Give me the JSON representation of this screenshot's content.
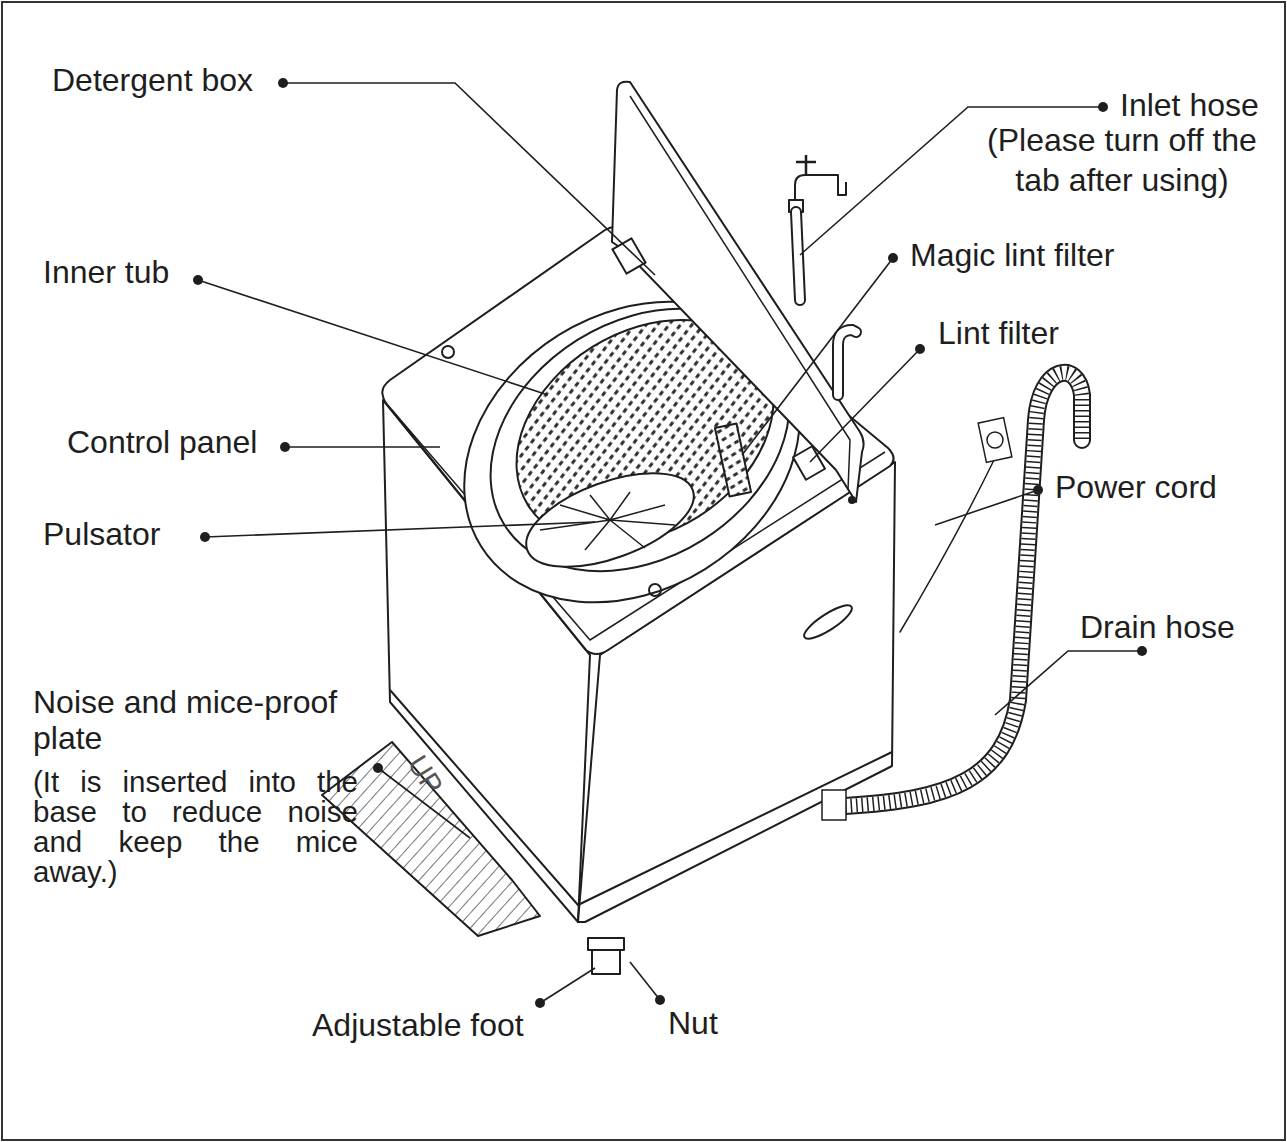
{
  "diagram": {
    "labels": [
      "Detergent box",
      "Inlet hose",
      "(Please turn off the tab after using)",
      "Inner tub",
      "Magic lint filter",
      "Lint filter",
      "Control panel",
      "Power cord",
      "Pulsator",
      "Drain hose",
      "Noise and mice-proof plate",
      "(It is inserted into the base to reduce noise and keep the mice away.)",
      "UP",
      "Adjustable foot",
      "Nut"
    ]
  }
}
